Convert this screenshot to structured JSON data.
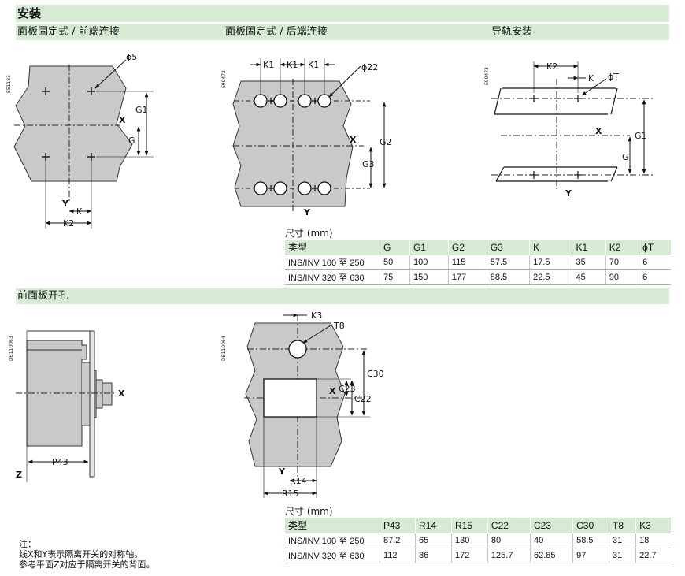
{
  "header": {
    "title": "安装",
    "sub_front": "面板固定式 / 前端连接",
    "sub_rear": "面板固定式 / 后端连接",
    "sub_rail": "导轨安装",
    "section2": "前面板开孔"
  },
  "diag_front": {
    "code": "E51183",
    "phi": "ϕ5",
    "g1": "G1",
    "g": "G",
    "x": "X",
    "y": "Y",
    "k": "K",
    "k2": "K2"
  },
  "diag_rear": {
    "code": "E90472",
    "k1a": "K1",
    "k1b": "K1",
    "k1c": "K1",
    "phi": "ϕ22",
    "g2": "G2",
    "g3": "G3",
    "x": "X",
    "y": "Y"
  },
  "diag_rail": {
    "code": "E90473",
    "k2": "K2",
    "k": "K",
    "phi": "ϕT",
    "g1": "G1",
    "g": "G",
    "x": "X",
    "y": "Y"
  },
  "table1": {
    "title": "尺寸 (mm)",
    "headers": [
      "类型",
      "G",
      "G1",
      "G2",
      "G3",
      "K",
      "K1",
      "K2",
      "ϕT"
    ],
    "rows": [
      [
        "INS/INV 100 至 250",
        "50",
        "100",
        "115",
        "57.5",
        "17.5",
        "35",
        "70",
        "6"
      ],
      [
        "INS/INV 320 至 630",
        "75",
        "150",
        "177",
        "88.5",
        "22.5",
        "45",
        "90",
        "6"
      ]
    ]
  },
  "diag_side": {
    "code": "DB110063",
    "x": "X",
    "z": "Z",
    "p43": "P43"
  },
  "diag_cutout": {
    "code": "DB110064",
    "k3": "K3",
    "t8": "T8",
    "c30": "C30",
    "c23": "C23",
    "c22": "C22",
    "x": "X",
    "y": "Y",
    "r14": "R14",
    "r15": "R15"
  },
  "table2": {
    "title": "尺寸 (mm)",
    "headers": [
      "类型",
      "P43",
      "R14",
      "R15",
      "C22",
      "C23",
      "C30",
      "T8",
      "K3"
    ],
    "rows": [
      [
        "INS/INV 100 至 250",
        "87.2",
        "65",
        "130",
        "80",
        "40",
        "58.5",
        "31",
        "18"
      ],
      [
        "INS/INV 320 至 630",
        "112",
        "86",
        "172",
        "125.7",
        "62.85",
        "97",
        "31",
        "22.7"
      ]
    ]
  },
  "note": {
    "label": "注：",
    "line1": "线X和Y表示隔离开关的对称轴。",
    "line2": "参考平面Z对应于隔离开关的背面。"
  }
}
